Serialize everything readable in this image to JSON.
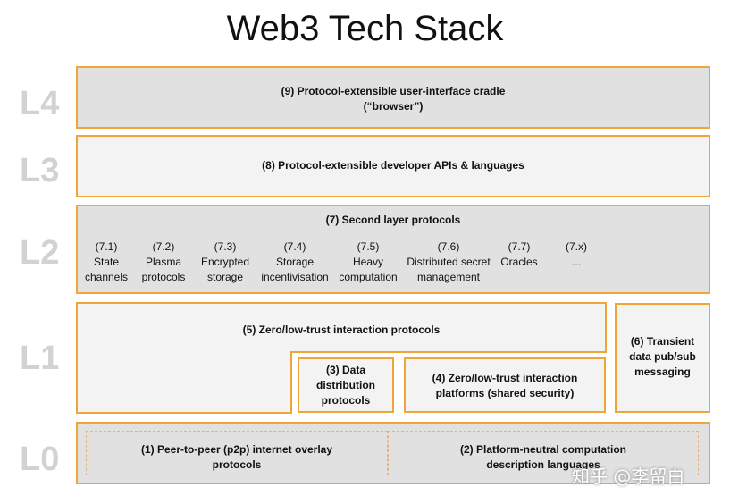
{
  "title": "Web3 Tech Stack",
  "levels": [
    "L4",
    "L3",
    "L2",
    "L1",
    "L0"
  ],
  "l4": {
    "line1": "(9) Protocol-extensible user-interface cradle",
    "line2": "(“browser”)"
  },
  "l3": {
    "label": "(8) Protocol-extensible developer APIs & languages"
  },
  "l2": {
    "label": "(7) Second layer protocols",
    "items": [
      {
        "num": "(7.1)",
        "text": "State\nchannels"
      },
      {
        "num": "(7.2)",
        "text": "Plasma\nprotocols"
      },
      {
        "num": "(7.3)",
        "text": "Encrypted\nstorage"
      },
      {
        "num": "(7.4)",
        "text": "Storage\nincentivisation"
      },
      {
        "num": "(7.5)",
        "text": "Heavy\ncomputation"
      },
      {
        "num": "(7.6)",
        "text": "Distributed secret\nmanagement"
      },
      {
        "num": "(7.7)",
        "text": "Oracles"
      },
      {
        "num": "(7.x)",
        "text": "..."
      }
    ]
  },
  "l1": {
    "zero_trust": "(5) Zero/low-trust interaction protocols",
    "data_dist": "(3) Data\ndistribution\nprotocols",
    "platforms": "(4) Zero/low-trust interaction\nplatforms (shared security)",
    "transient": "(6) Transient\ndata pub/sub\nmessaging"
  },
  "l0": {
    "p2p": "(1) Peer-to-peer (p2p) internet overlay\nprotocols",
    "neutral": "(2) Platform-neutral computation\ndescription languages"
  },
  "watermark": "知乎 @李留白",
  "colors": {
    "border": "#f0a53a",
    "box_gray": "#e1e1e1",
    "box_light": "#f3f3f3",
    "level_label": "#d2d2d2"
  }
}
